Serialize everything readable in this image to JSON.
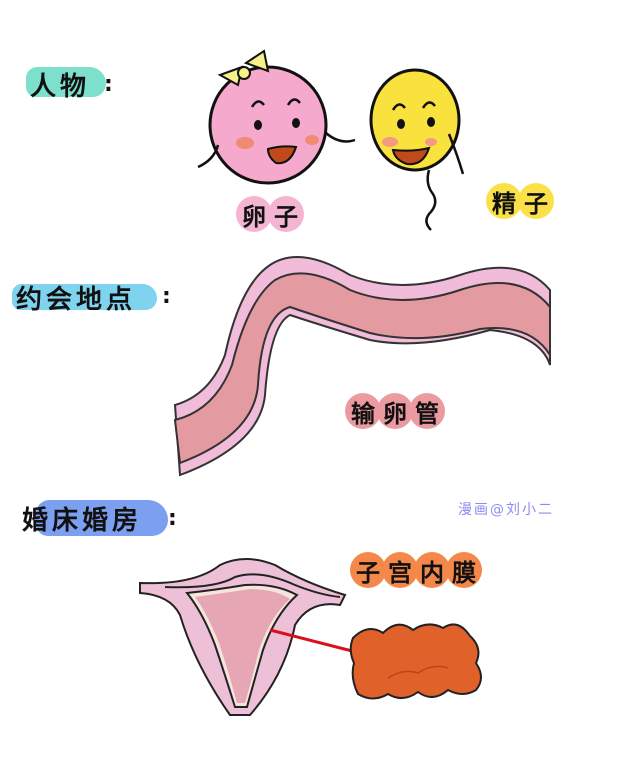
{
  "sections": {
    "characters": {
      "label": "人物",
      "colon": ":",
      "highlight_color": "#7de0cc",
      "egg": {
        "name_chars": [
          "卵",
          "子"
        ],
        "body_color": "#f4a9cd",
        "bubble_color": "#f4b5d2",
        "bow_color": "#f7ef8a"
      },
      "sperm": {
        "name_chars": [
          "精",
          "子"
        ],
        "body_color": "#f9e23e",
        "bubble_color": "#fbe149"
      }
    },
    "meeting_place": {
      "label": "约会地点",
      "colon": ":",
      "highlight_color": "#7fd3ef",
      "organ": {
        "name_chars": [
          "输",
          "卵",
          "管"
        ],
        "tube_color": "#e39aa0",
        "wall_color": "#f0bcd9",
        "bubble_color": "#ea9aa0"
      }
    },
    "wedding_room": {
      "label": "婚床婚房",
      "colon": ":",
      "highlight_color": "#7d9ff0",
      "organ": {
        "name_chars": [
          "子",
          "宫",
          "内",
          "膜"
        ],
        "uterus_color": "#eec0d8",
        "inner_color": "#e7a6b4",
        "tissue_color": "#e0622a",
        "bubble_color": "#f4874a",
        "pointer_color": "#d9101e"
      }
    }
  },
  "watermark": "漫画@刘小二"
}
